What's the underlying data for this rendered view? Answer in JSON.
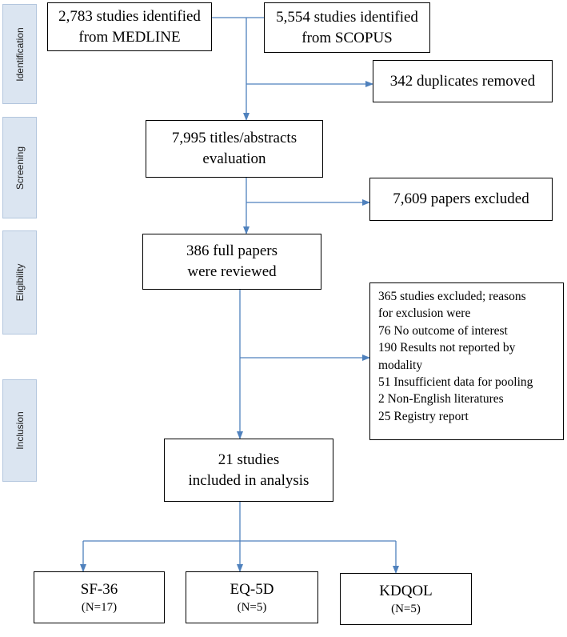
{
  "stages": {
    "identification": "Identification",
    "screening": "Screening",
    "eligibility": "Eligibility",
    "inclusion": "Inclusion"
  },
  "boxes": {
    "medline": {
      "line1": "2,783 studies identified",
      "line2": "from MEDLINE"
    },
    "scopus": {
      "line1": "5,554 studies identified",
      "line2": "from SCOPUS"
    },
    "duplicates": {
      "text": "342 duplicates removed"
    },
    "screening": {
      "line1": "7,995 titles/abstracts",
      "line2": "evaluation"
    },
    "excluded_papers": {
      "text": "7,609 papers excluded"
    },
    "full_papers": {
      "line1": "386 full papers",
      "line2": "were reviewed"
    },
    "exclusion_reasons": {
      "lines": [
        "365 studies excluded; reasons",
        "for exclusion were",
        "76 No outcome of interest",
        "190 Results not reported by",
        "modality",
        "51 Insufficient data for pooling",
        "2 Non-English literatures",
        "25 Registry report"
      ]
    },
    "included": {
      "line1": "21 studies",
      "line2": "included in analysis"
    },
    "sf36": {
      "name": "SF-36",
      "n": "(N=17)"
    },
    "eq5d": {
      "name": "EQ-5D",
      "n": "(N=5)"
    },
    "kdqol": {
      "name": "KDQOL",
      "n": "(N=5)"
    }
  },
  "colors": {
    "arrow": "#4f81bd",
    "stage_fill": "#dbe5f1",
    "box_border": "#000000"
  }
}
